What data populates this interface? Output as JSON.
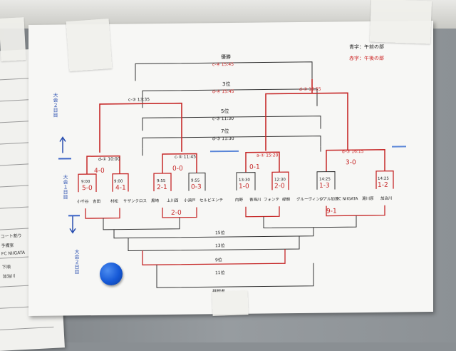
{
  "legend": {
    "blue": "青字：午前の部",
    "red": "赤字：午後の部"
  },
  "rounds": {
    "final": "優勝",
    "third": "3位",
    "fifth": "5位",
    "seventh": "7位",
    "ninth": "9位",
    "thirteenth": "13位",
    "fifteenth": "15位",
    "eleventh": "11位",
    "bottom": "挑戦者"
  },
  "days": {
    "day2_top": "大会２日目",
    "day1": "大会１日目",
    "day2_bottom": "大会２日目"
  },
  "teams": [
    "小千谷",
    "吉田",
    "村松",
    "サザンクロス",
    "黒埼",
    "上川西",
    "小須戸",
    "セルビエンテ",
    "内野",
    "青海川",
    "フォンテ",
    "緑朝",
    "グルーヴィング",
    "レアル加茂",
    "FC NIIGATA",
    "湯川原",
    "加治川"
  ],
  "times": {
    "final": "c-④ 15:45",
    "third": "d-④ 15:45",
    "fifth": "c-③ 11:30",
    "seventh": "d-③ 11:30",
    "qf_l1": "d-① 10:00",
    "qf_l2": "c-⑤ 11:45",
    "qf_r1": "a-① 15:20",
    "qf_r2": "d-③ 16:15",
    "sf_l": "c-③ 13:35",
    "sf_r": "d-③ 13:55",
    "r1_1": "9:00",
    "r1_2": "9:00",
    "r1_3": "9:55",
    "r1_4": "9:55",
    "r1_5": "13:30",
    "r1_6": "12:30",
    "r1_7": "14:25",
    "r1_8": "14:25"
  },
  "scores": [
    "5-0",
    "4-1",
    "2-1",
    "0-3",
    "1-0",
    "2-0",
    "1-3",
    "1-2",
    "4-0",
    "0-0",
    "0-1",
    "3-0",
    "2-0",
    "9-1"
  ],
  "sheet_text": [
    "コート割り",
    "予備室",
    "FC NIIGATA",
    "下順",
    "加治川"
  ]
}
